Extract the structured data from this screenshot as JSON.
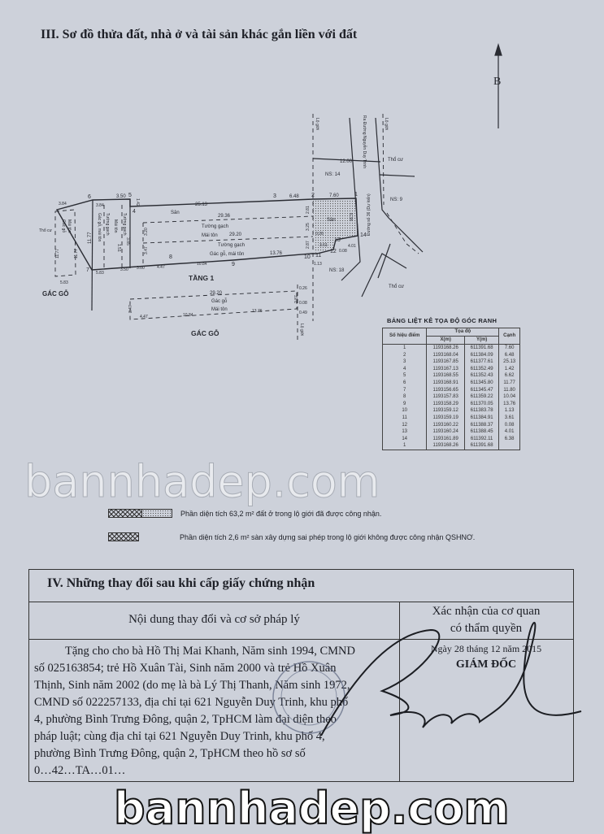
{
  "section3": {
    "title": "III. Sơ đồ thửa đất, nhà ở và tài sản khác gắn liền với đất",
    "north_label": "B",
    "diagram": {
      "labels": [
        "6",
        "5",
        "3.50",
        "1.42",
        "4",
        "3",
        "6.48",
        "2",
        "7.60",
        "1",
        "25.13",
        "Sân",
        "3.84",
        "3.84",
        "Thổ cư",
        "11.77",
        "Gác gỗ, mái tôn",
        "Tường gạch",
        "Mái tôn",
        "1.51",
        "Tường gạch",
        "3.85",
        "29.36",
        "Tường gạch",
        "Mái tôn",
        "29.20",
        "Tường gạch",
        "Gác gỗ, mái tôn",
        "13.76",
        "3.20",
        "3.47",
        "2.81",
        "3.25",
        "0.26",
        "2.87",
        "Sân",
        "6.38",
        "14",
        "13",
        "4.01",
        "0.08",
        "12",
        "3.61",
        "11",
        "10",
        "1.13",
        "7",
        "5.83",
        "3.50",
        "3.00",
        "4.47",
        "8",
        "10.84",
        "9",
        "NS: 18",
        "TẦNG 1",
        "GÁC GỖ",
        "Gác gỗ",
        "Mái tôn",
        "11.77",
        "11.77",
        "5.83",
        "29.20",
        "Gác gỗ",
        "Mái tôn",
        "4.47",
        "10.84",
        "13.76",
        "3.47",
        "0.26",
        "2.87",
        "0.08",
        "0.49",
        "GÁC GỖ",
        "Lộ giới",
        "Lộ giới",
        "Lộ giới",
        "Ra Đường Nguyễn Duy Trinh",
        "12.00",
        "Thổ cư",
        "NS: 14",
        "NS: 9",
        "Đường số 36 (Dự kiến)",
        "Thổ cư"
      ]
    },
    "coord_table": {
      "title": "BẢNG LIỆT KÊ TỌA ĐỘ GÓC RANH",
      "headers": {
        "point": "Số hiệu điểm",
        "coord": "Tọa độ",
        "x": "X(m)",
        "y": "Y(m)",
        "edge": "Cạnh"
      },
      "rows": [
        [
          "1",
          "1193168.26",
          "611391.68",
          "7.60"
        ],
        [
          "2",
          "1193168.04",
          "611384.09",
          "6.48"
        ],
        [
          "3",
          "1193167.85",
          "611377.61",
          "25.13"
        ],
        [
          "4",
          "1193167.13",
          "611352.49",
          "1.42"
        ],
        [
          "5",
          "1193168.55",
          "611352.43",
          "6.62"
        ],
        [
          "6",
          "1193168.91",
          "611345.80",
          "11.77"
        ],
        [
          "7",
          "1193156.65",
          "611345.47",
          "11.80"
        ],
        [
          "8",
          "1193157.83",
          "611359.22",
          "10.04"
        ],
        [
          "9",
          "1193158.29",
          "611370.05",
          "13.76"
        ],
        [
          "10",
          "1193159.12",
          "611383.78",
          "1.13"
        ],
        [
          "11",
          "1193159.19",
          "611384.91",
          "3.61"
        ],
        [
          "12",
          "1193160.22",
          "611388.37",
          "0.08"
        ],
        [
          "13",
          "1193160.24",
          "611388.45",
          "4.01"
        ],
        [
          "14",
          "1193161.89",
          "611392.11",
          "6.38"
        ],
        [
          "1",
          "1193168.26",
          "611391.68",
          ""
        ]
      ]
    },
    "legend": [
      {
        "text": "Phần diện tích 63,2 m² đất ở trong lộ giới đã được công nhận."
      },
      {
        "text": "Phần diện tích 2,6 m² sàn xây dựng sai phép trong lộ giới không được công nhận QSHNƠ."
      }
    ]
  },
  "section4": {
    "title": "IV. Những thay đổi sau khi cấp giấy chứng nhận",
    "col_content": "Nội dung thay đổi và cơ sở pháp lý",
    "col_confirm_1": "Xác nhận của cơ quan",
    "col_confirm_2": "có thẩm quyền",
    "content_lines": [
      "Tặng cho cho bà Hồ Thị Mai Khanh, Năm sinh 1994, CMND",
      "số 025163854;  trẻ Hồ Xuân Tài, Sinh năm 2000 và trẻ Hồ Xuân",
      "Thịnh, Sinh năm 2002 (do mẹ là bà Lý Thị Thanh, Năm sinh 1972,",
      "CMND số 022257133, địa chỉ tại 621 Nguyễn Duy Trinh, khu phố",
      "4, phường Bình Trưng Đông, quận 2, TpHCM làm đại diện theo",
      "pháp luật; cùng địa chỉ tại 621 Nguyễn Duy Trinh, khu phố 4,",
      "phường Bình Trưng Đông, quận 2, TpHCM theo hồ sơ số",
      "0…42…TA…01…"
    ],
    "date_line": "Ngày 28 tháng 12 năm 2015",
    "signer_title": "GIÁM ĐỐC"
  },
  "watermark": "bannhadep.com"
}
